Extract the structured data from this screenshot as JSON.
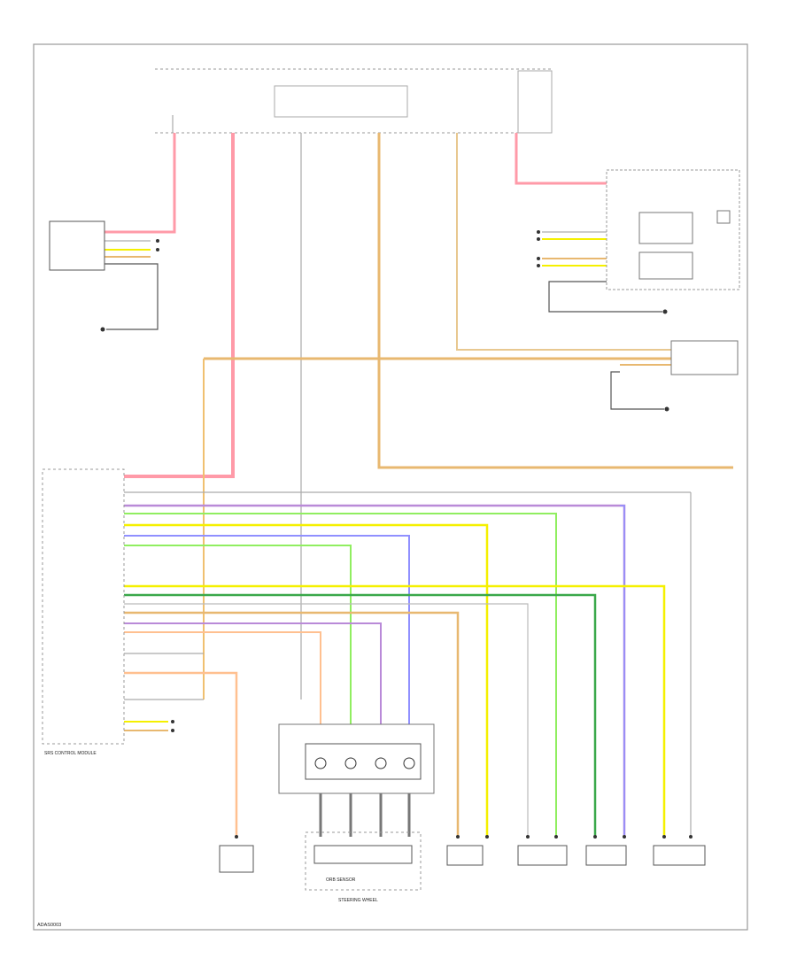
{
  "colors": {
    "red": "#ff9aa8",
    "orange": "#f0c070",
    "tan": "#e8b870",
    "yellow": "#f5f000",
    "green": "#90ee60",
    "dkgreen": "#3aa84a",
    "violet": "#b98ad8",
    "blue": "#9090ff",
    "lorange": "#ffc090",
    "gray": "#888888"
  },
  "footer": "ADAS0003",
  "bottom_components": {
    "dfl_wheel": "ORB SENSOR",
    "clockspring": "STEERING WHEEL"
  },
  "control_module_label": "SRS CONTROL MODULE"
}
